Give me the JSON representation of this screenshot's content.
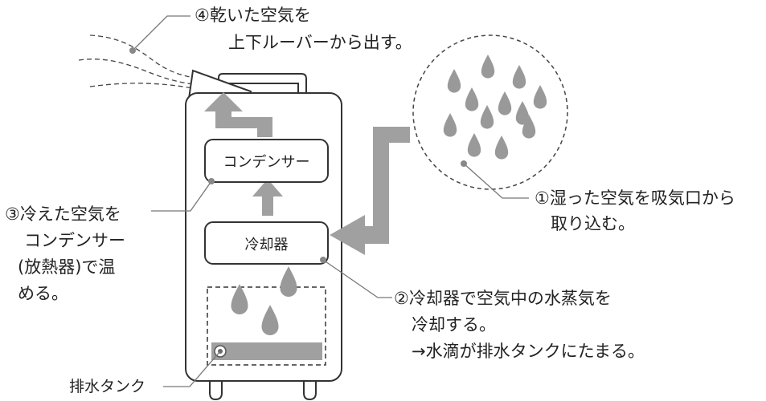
{
  "components": {
    "condenser": "コンデンサー",
    "cooler": "冷却器"
  },
  "callouts": {
    "step1": {
      "line1": "①湿った空気を吸気口から",
      "line2": "取り込む。"
    },
    "step2": {
      "line1": "②冷却器で空気中の水蒸気を",
      "line2": "冷却する。",
      "line3": "→水滴が排水タンクにたまる。"
    },
    "step3": {
      "line1": "③冷えた空気を",
      "line2": "コンデンサー",
      "line3": "(放熱器)で温",
      "line4": "める。"
    },
    "step4": {
      "line1": "④乾いた空気を",
      "line2": "上下ルーバーから出す。"
    },
    "tank": "排水タンク"
  },
  "colors": {
    "arrow": "#a0a0a0",
    "tank_water": "#a0a0a0",
    "outline": "#333333",
    "drop": "#999999",
    "leader": "#777777"
  },
  "icons": [
    "water-drop-icon",
    "inlet-arrow-icon",
    "outlet-arrow-icon",
    "airflow-up-arrow-icon"
  ]
}
